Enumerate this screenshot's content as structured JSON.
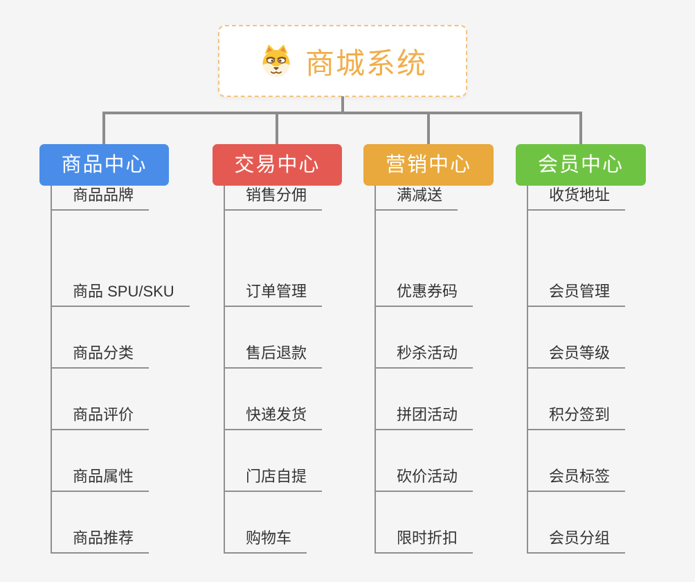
{
  "background_color": "#F5F5F5",
  "connector_color": "#8C8C8C",
  "child_line_color": "#8F8F8F",
  "root": {
    "title": "商城系统",
    "icon": "dog-face-icon",
    "text_color": "#F0AE4B",
    "border_color": "#F2C380"
  },
  "branches": [
    {
      "label": "商品中心",
      "color": "#4A8DE9",
      "children": [
        "商品 SPU/SKU",
        "商品分类",
        "商品评价",
        "商品属性",
        "商品推荐",
        "商品品牌"
      ]
    },
    {
      "label": "交易中心",
      "color": "#E45A52",
      "children": [
        "订单管理",
        "售后退款",
        "快递发货",
        "门店自提",
        "购物车",
        "销售分佣"
      ]
    },
    {
      "label": "营销中心",
      "color": "#EAA93C",
      "children": [
        "优惠券码",
        "秒杀活动",
        "拼团活动",
        "砍价活动",
        "限时折扣",
        "满减送"
      ]
    },
    {
      "label": "会员中心",
      "color": "#6FC342",
      "children": [
        "会员管理",
        "会员等级",
        "积分签到",
        "会员标签",
        "会员分组",
        "收货地址"
      ]
    }
  ]
}
